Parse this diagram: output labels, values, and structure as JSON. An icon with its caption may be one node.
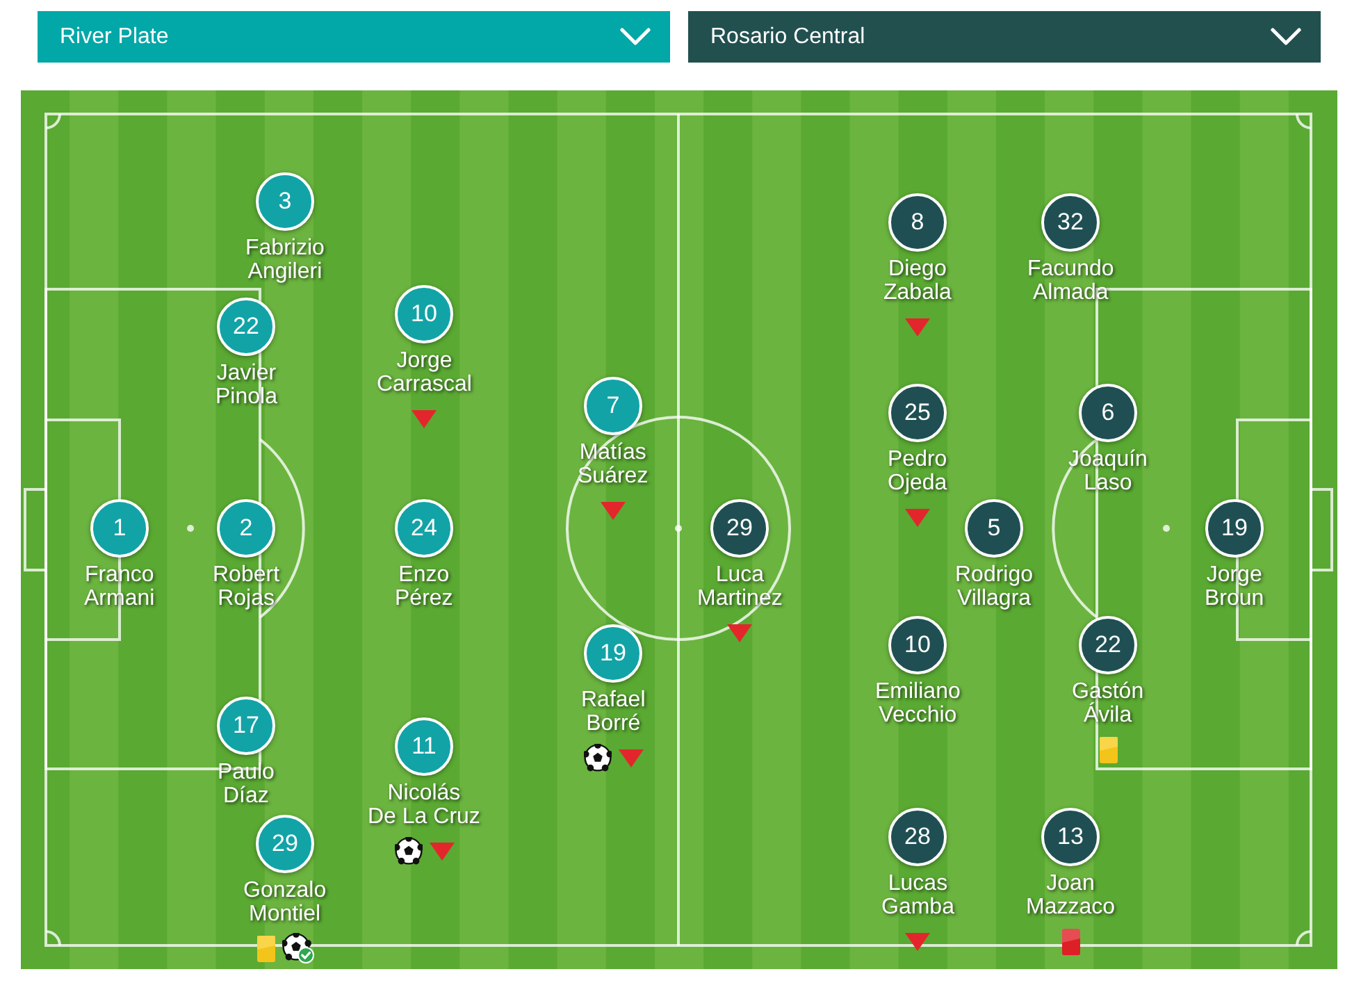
{
  "diagram": {
    "nodes": [
      {
        "text": [
          "River Plate"
        ]
      },
      {
        "text": [
          "Rosario Central"
        ]
      },
      {
        "text": [
          "1"
        ],
        "beside": [
          "Franco Armani"
        ]
      },
      {
        "text": [
          "3"
        ],
        "beside": [
          "Fabrizio Angileri"
        ]
      },
      {
        "text": [
          "22"
        ],
        "beside": [
          "Javier Pinola"
        ]
      },
      {
        "text": [
          "2"
        ],
        "beside": [
          "Robert Rojas"
        ]
      },
      {
        "text": [
          "17"
        ],
        "beside": [
          "Paulo Díaz"
        ]
      },
      {
        "text": [
          "29"
        ],
        "beside": [
          "Gonzalo Montiel"
        ]
      },
      {
        "text": [
          "10"
        ],
        "beside": [
          "Jorge Carrascal"
        ]
      },
      {
        "text": [
          "24"
        ],
        "beside": [
          "Enzo Pérez"
        ]
      },
      {
        "text": [
          "11"
        ],
        "beside": [
          "Nicolás De La Cruz"
        ]
      },
      {
        "text": [
          "7"
        ],
        "beside": [
          "Matías Suárez"
        ]
      },
      {
        "text": [
          "19"
        ],
        "beside": [
          "Rafael Borré"
        ]
      },
      {
        "text": [
          "29"
        ],
        "beside": [
          "Luca Martinez"
        ]
      },
      {
        "text": [
          "8"
        ],
        "beside": [
          "Diego Zabala"
        ]
      },
      {
        "text": [
          "25"
        ],
        "beside": [
          "Pedro Ojeda"
        ]
      },
      {
        "text": [
          "5"
        ],
        "beside": [
          "Rodrigo Villagra"
        ]
      },
      {
        "text": [
          "10"
        ],
        "beside": [
          "Emiliano Vecchio"
        ]
      },
      {
        "text": [
          "28"
        ],
        "beside": [
          "Lucas Gamba"
        ]
      },
      {
        "text": [
          "32"
        ],
        "beside": [
          "Facundo Almada"
        ]
      },
      {
        "text": [
          "6"
        ],
        "beside": [
          "Joaquín Laso"
        ]
      },
      {
        "text": [
          "22"
        ],
        "beside": [
          "Gastón Ávila"
        ]
      },
      {
        "text": [
          "13"
        ],
        "beside": [
          "Joan Mazzaco"
        ]
      },
      {
        "text": [
          "19"
        ],
        "beside": [
          "Jorge Broun"
        ]
      }
    ]
  }
}
